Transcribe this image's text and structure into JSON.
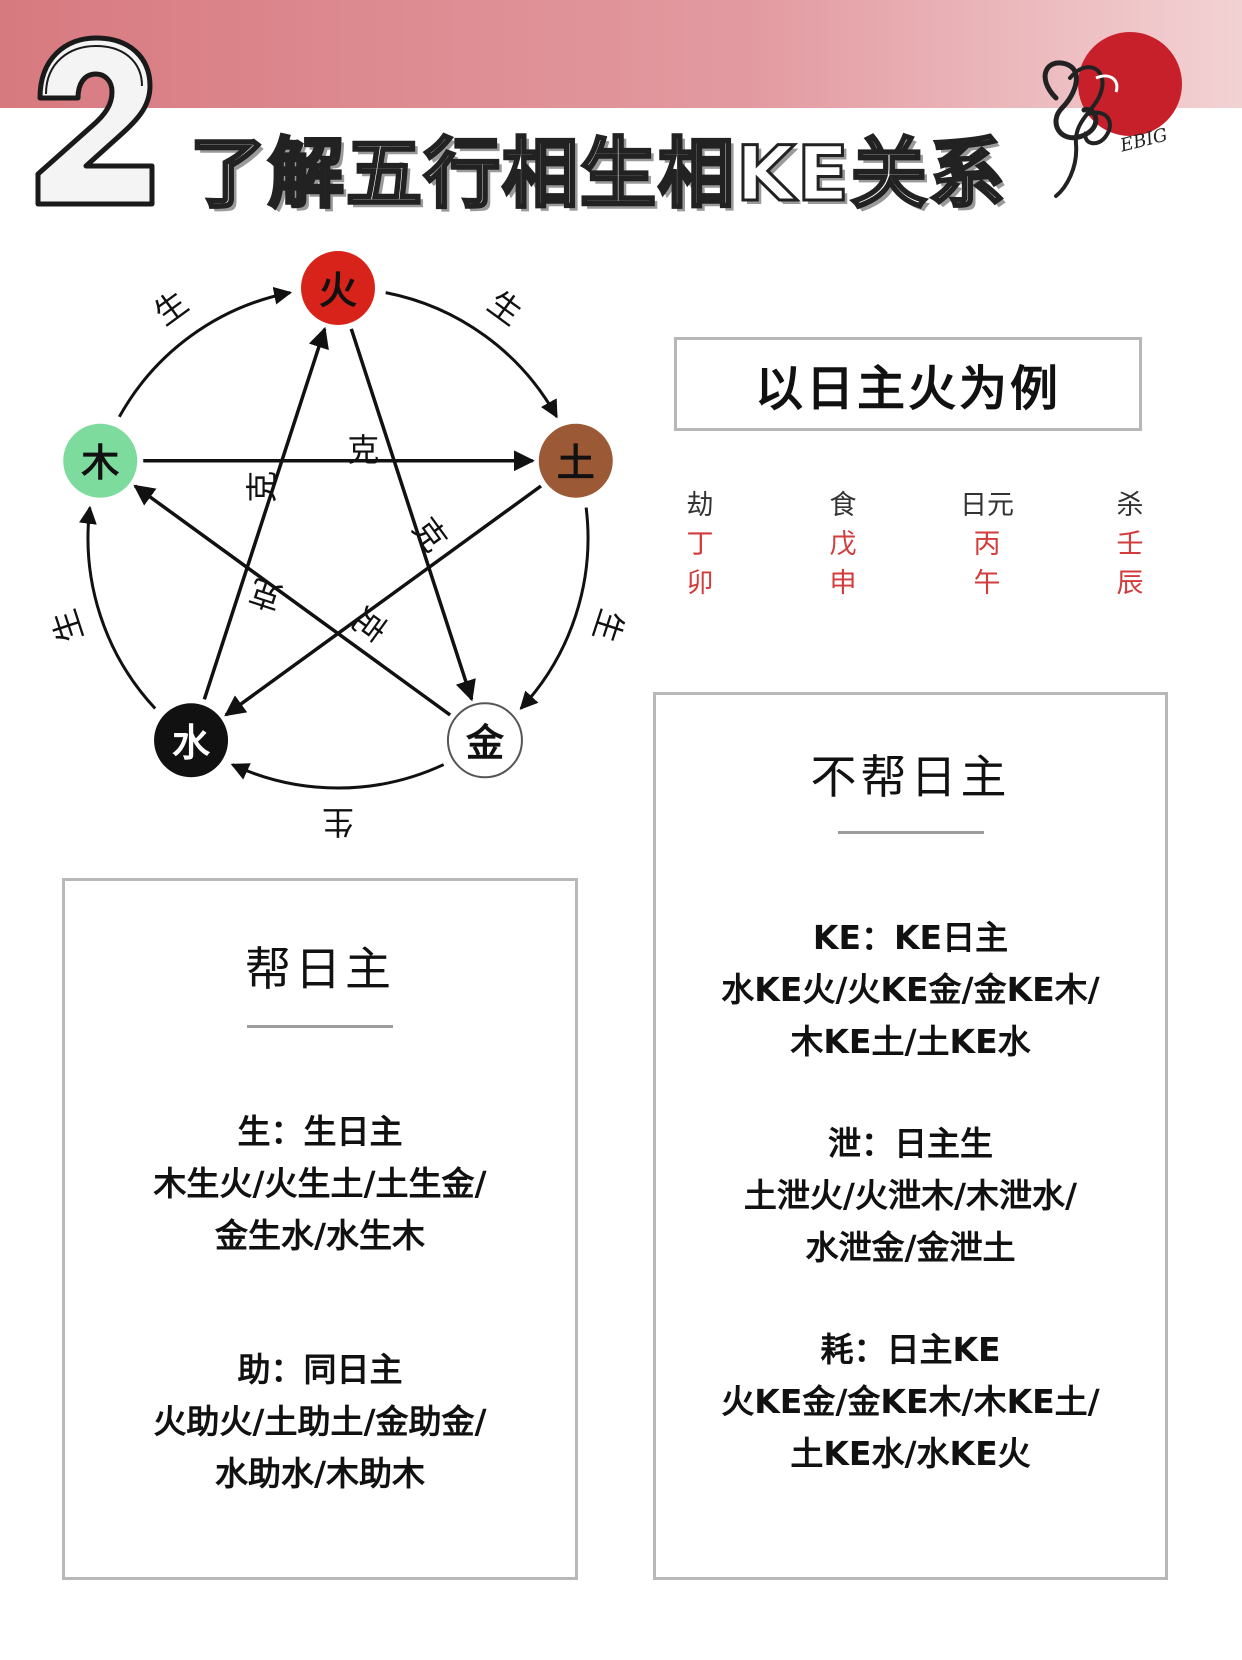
{
  "header": {
    "number": "2",
    "title": "了解五行相生相KE关系",
    "logo_text": "EBIG"
  },
  "wheel": {
    "elements": [
      {
        "id": "fire",
        "label": "火",
        "color": "#d8231a",
        "text_color": "#111111"
      },
      {
        "id": "earth",
        "label": "土",
        "color": "#9b5a35",
        "text_color": "#111111"
      },
      {
        "id": "metal",
        "label": "金",
        "color": "#ffffff",
        "text_color": "#111111"
      },
      {
        "id": "water",
        "label": "水",
        "color": "#111111",
        "text_color": "#ffffff"
      },
      {
        "id": "wood",
        "label": "木",
        "color": "#7ddb9e",
        "text_color": "#111111"
      }
    ],
    "generate_label": "生",
    "control_label": "克"
  },
  "example": {
    "title": "以日主火为例",
    "pillars": [
      {
        "role": "劫",
        "stem": "丁",
        "branch": "卯"
      },
      {
        "role": "食",
        "stem": "戊",
        "branch": "申"
      },
      {
        "role": "日元",
        "stem": "丙",
        "branch": "午"
      },
      {
        "role": "杀",
        "stem": "壬",
        "branch": "辰"
      }
    ]
  },
  "help_card": {
    "title": "帮日主",
    "sections": [
      {
        "lines": [
          "生：生日主",
          "木生火/火生土/土生金/",
          "金生水/水生木"
        ]
      },
      {
        "lines": [
          "助：同日主",
          "火助火/土助土/金助金/",
          "水助水/木助木"
        ]
      }
    ]
  },
  "nohelp_card": {
    "title": "不帮日主",
    "sections": [
      {
        "lines": [
          "KE：KE日主",
          "水KE火/火KE金/金KE木/",
          "木KE土/土KE水"
        ]
      },
      {
        "lines": [
          "泄：日主生",
          "土泄火/火泄木/木泄水/",
          "水泄金/金泄土"
        ]
      },
      {
        "lines": [
          "耗：日主KE",
          "火KE金/金KE木/木KE土/",
          "土KE水/水KE火"
        ]
      }
    ]
  }
}
